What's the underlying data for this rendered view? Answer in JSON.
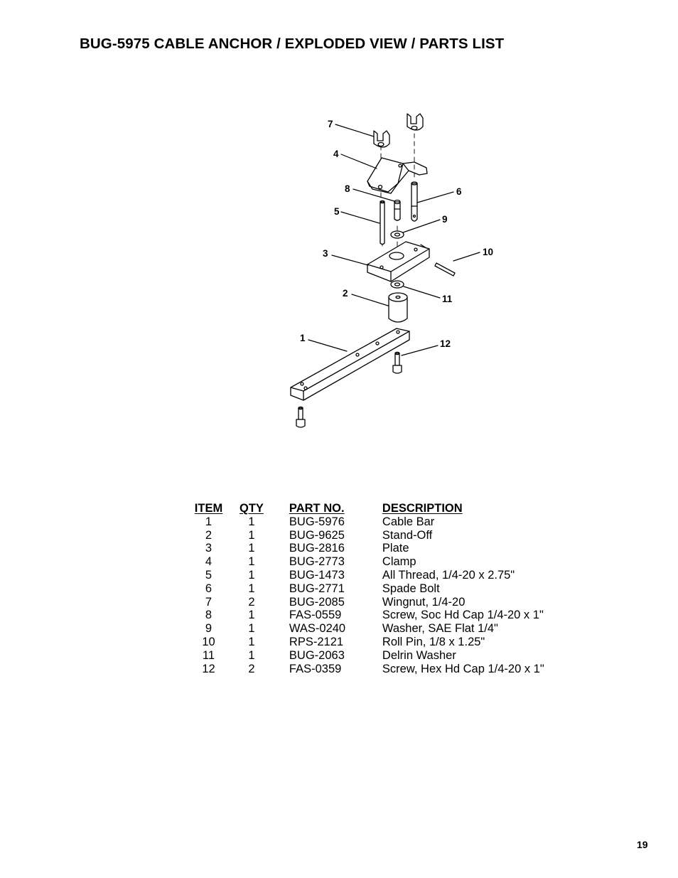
{
  "title": "BUG-5975 CABLE ANCHOR / EXPLODED VIEW / PARTS LIST",
  "diagram": {
    "callouts": [
      "1",
      "2",
      "3",
      "4",
      "5",
      "6",
      "7",
      "8",
      "9",
      "10",
      "11",
      "12"
    ]
  },
  "parts_list": {
    "headers": {
      "item": "ITEM",
      "qty": "QTY",
      "part_no": "PART NO.",
      "description": "DESCRIPTION"
    },
    "rows": [
      {
        "item": "1",
        "qty": "1",
        "part_no": "BUG-5976",
        "description": "Cable Bar"
      },
      {
        "item": "2",
        "qty": "1",
        "part_no": "BUG-9625",
        "description": "Stand-Off"
      },
      {
        "item": "3",
        "qty": "1",
        "part_no": "BUG-2816",
        "description": "Plate"
      },
      {
        "item": "4",
        "qty": "1",
        "part_no": "BUG-2773",
        "description": "Clamp"
      },
      {
        "item": "5",
        "qty": "1",
        "part_no": "BUG-1473",
        "description": "All Thread, 1/4-20 x 2.75\""
      },
      {
        "item": "6",
        "qty": "1",
        "part_no": "BUG-2771",
        "description": "Spade Bolt"
      },
      {
        "item": "7",
        "qty": "2",
        "part_no": "BUG-2085",
        "description": "Wingnut, 1/4-20"
      },
      {
        "item": "8",
        "qty": "1",
        "part_no": "FAS-0559",
        "description": "Screw, Soc Hd Cap 1/4-20 x 1\""
      },
      {
        "item": "9",
        "qty": "1",
        "part_no": "WAS-0240",
        "description": "Washer, SAE Flat 1/4\""
      },
      {
        "item": "10",
        "qty": "1",
        "part_no": "RPS-2121",
        "description": "Roll Pin, 1/8 x 1.25\""
      },
      {
        "item": "11",
        "qty": "1",
        "part_no": "BUG-2063",
        "description": "Delrin Washer"
      },
      {
        "item": "12",
        "qty": "2",
        "part_no": "FAS-0359",
        "description": "Screw, Hex Hd Cap 1/4-20 x 1\""
      }
    ]
  },
  "page_number": "19"
}
